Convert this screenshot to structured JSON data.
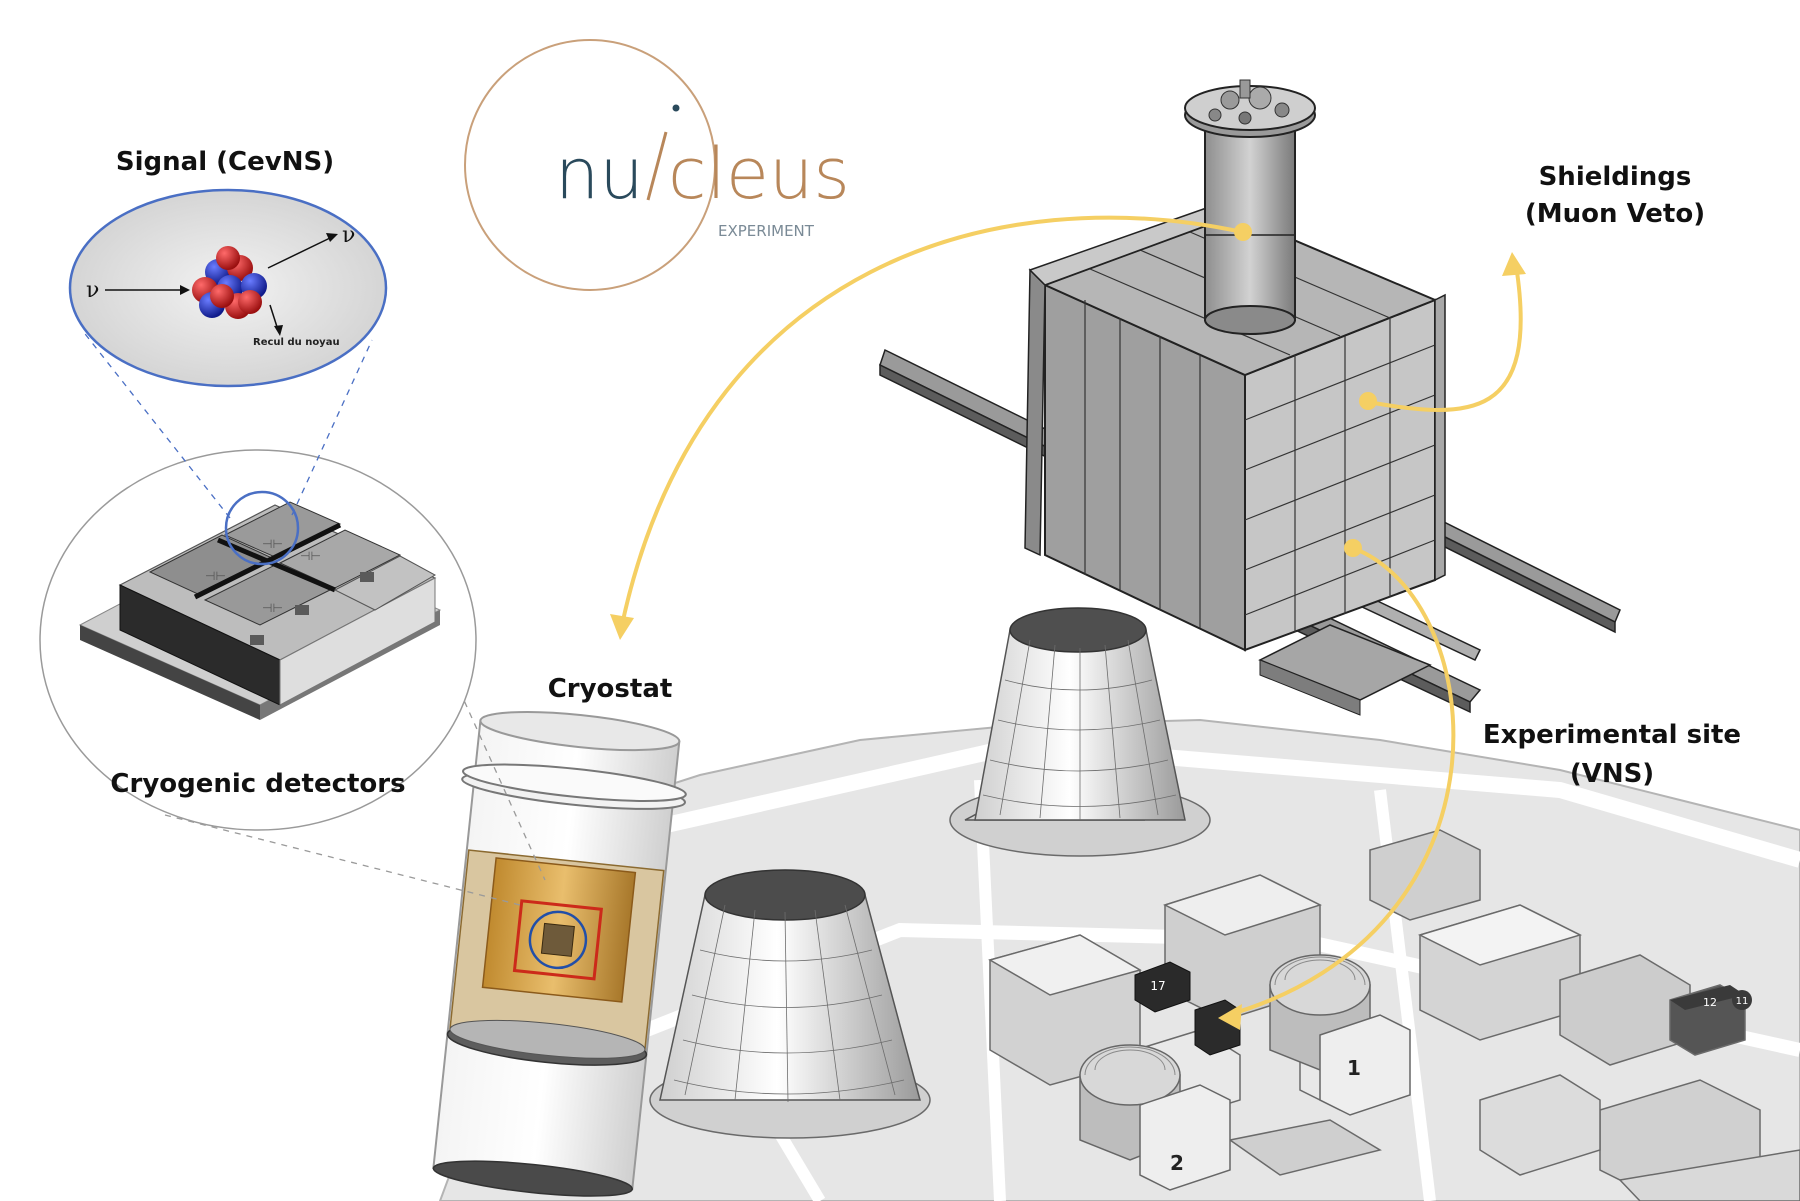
{
  "logo": {
    "part1": "nu",
    "part2": "cleus",
    "subtitle": "EXPERIMENT",
    "color_dark": "#2a4a5c",
    "color_gold": "#b8875a"
  },
  "labels": {
    "signal": "Signal (CevNS)",
    "nu_in": "ν",
    "nu_out": "ν",
    "recoil": "Recul du noyau",
    "cryogenic": "Cryogenic detectors",
    "cryostat": "Cryostat",
    "shieldings_1": "Shieldings",
    "shieldings_2": "(Muon Veto)",
    "site_1": "Experimental site",
    "site_2": "(VNS)"
  },
  "detector_module": {
    "pixel_mark": "⊣⊢"
  },
  "plant": {
    "unit_1": "1",
    "unit_2": "2",
    "building_17": "17",
    "building_12": "12",
    "building_11": "11"
  },
  "colors": {
    "arrow": "#f5cf63",
    "zoom_blue": "#4a6fc4",
    "proton": "#cc2222",
    "neutron": "#1d2bbf",
    "cryostat_gold": "#d6a24a"
  }
}
